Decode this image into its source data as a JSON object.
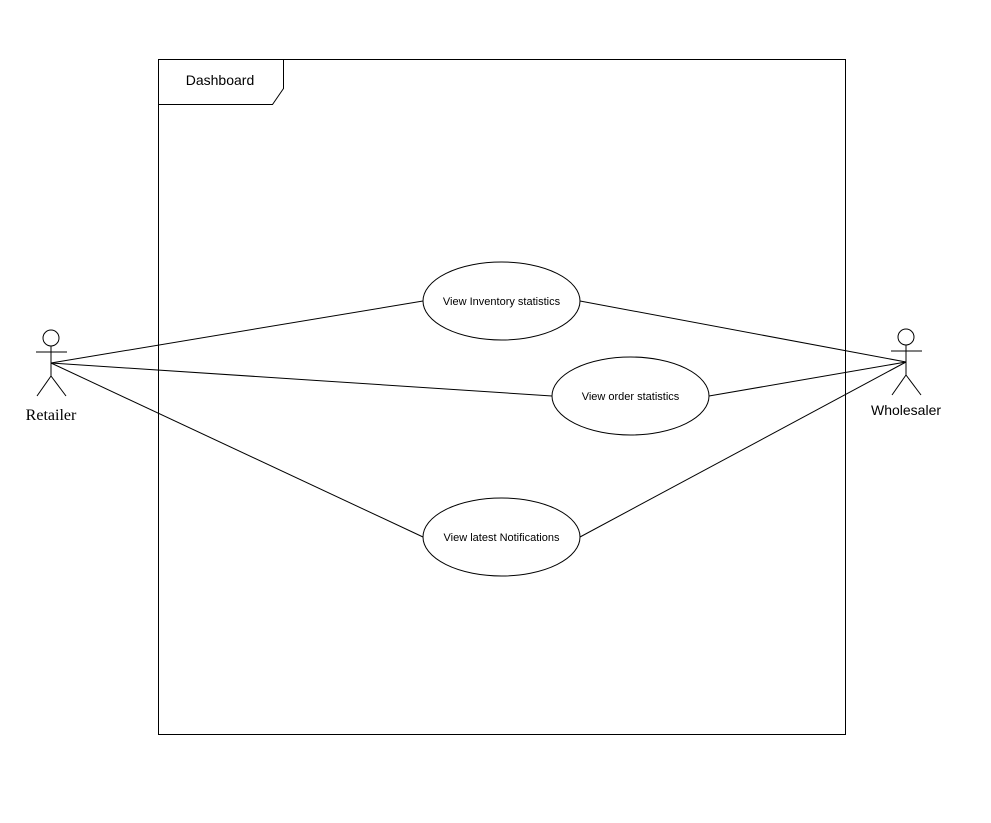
{
  "frame": {
    "label": "Dashboard"
  },
  "actors": [
    {
      "id": "retailer",
      "label": "Retailer"
    },
    {
      "id": "wholesaler",
      "label": "Wholesaler"
    }
  ],
  "use_cases": [
    {
      "id": "inventory",
      "label": "View Inventory statistics"
    },
    {
      "id": "orders",
      "label": "View order statistics"
    },
    {
      "id": "notifications",
      "label": "View latest Notifications"
    }
  ],
  "associations": [
    {
      "from": "retailer",
      "to": "inventory"
    },
    {
      "from": "retailer",
      "to": "orders"
    },
    {
      "from": "retailer",
      "to": "notifications"
    },
    {
      "from": "wholesaler",
      "to": "inventory"
    },
    {
      "from": "wholesaler",
      "to": "orders"
    },
    {
      "from": "wholesaler",
      "to": "notifications"
    }
  ],
  "colors": {
    "stroke": "#000000",
    "fill": "#ffffff",
    "text": "#000000"
  }
}
